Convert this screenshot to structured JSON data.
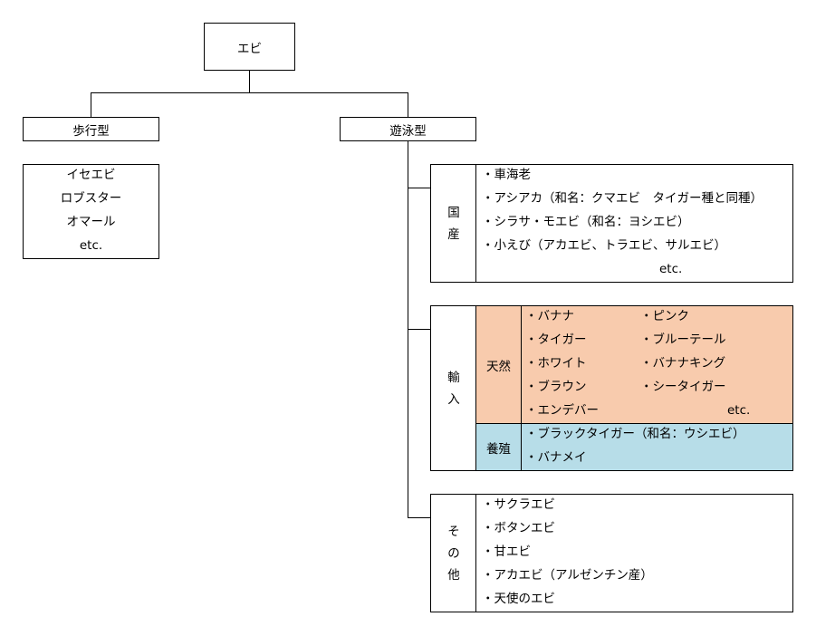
{
  "root": "エビ",
  "walking": {
    "label": "歩行型",
    "items": [
      "イセエビ",
      "ロブスター",
      "オマール",
      "etc."
    ]
  },
  "swimming": {
    "label": "遊泳型",
    "domestic": {
      "label_chars": [
        "国",
        "産"
      ],
      "items": [
        "・車海老",
        "・アシアカ（和名：クマエビ　タイガー種と同種）",
        "・シラサ・モエビ（和名：ヨシエビ）",
        "・小えび（アカエビ、トラエビ、サルエビ）"
      ],
      "etc": "etc."
    },
    "imported": {
      "label_chars": [
        "輸",
        "入"
      ],
      "natural": {
        "label": "天然",
        "col1": [
          "・バナナ",
          "・タイガー",
          "・ホワイト",
          "・ブラウン",
          "・エンデバー"
        ],
        "col2": [
          "・ピンク",
          "・ブルーテール",
          "・バナナキング",
          "・シータイガー"
        ],
        "etc": "etc."
      },
      "farmed": {
        "label": "養殖",
        "items": [
          "・ブラックタイガー（和名：ウシエビ）",
          "・バナメイ"
        ]
      }
    },
    "other": {
      "label_chars": [
        "そ",
        "の",
        "他"
      ],
      "items": [
        "・サクラエビ",
        "・ボタンエビ",
        "・甘エビ",
        "・アカエビ（アルゼンチン産）",
        "・天使のエビ"
      ]
    }
  },
  "colors": {
    "natural_fill": "#f8cbad",
    "farmed_fill": "#b7dde8",
    "line": "#000000"
  }
}
